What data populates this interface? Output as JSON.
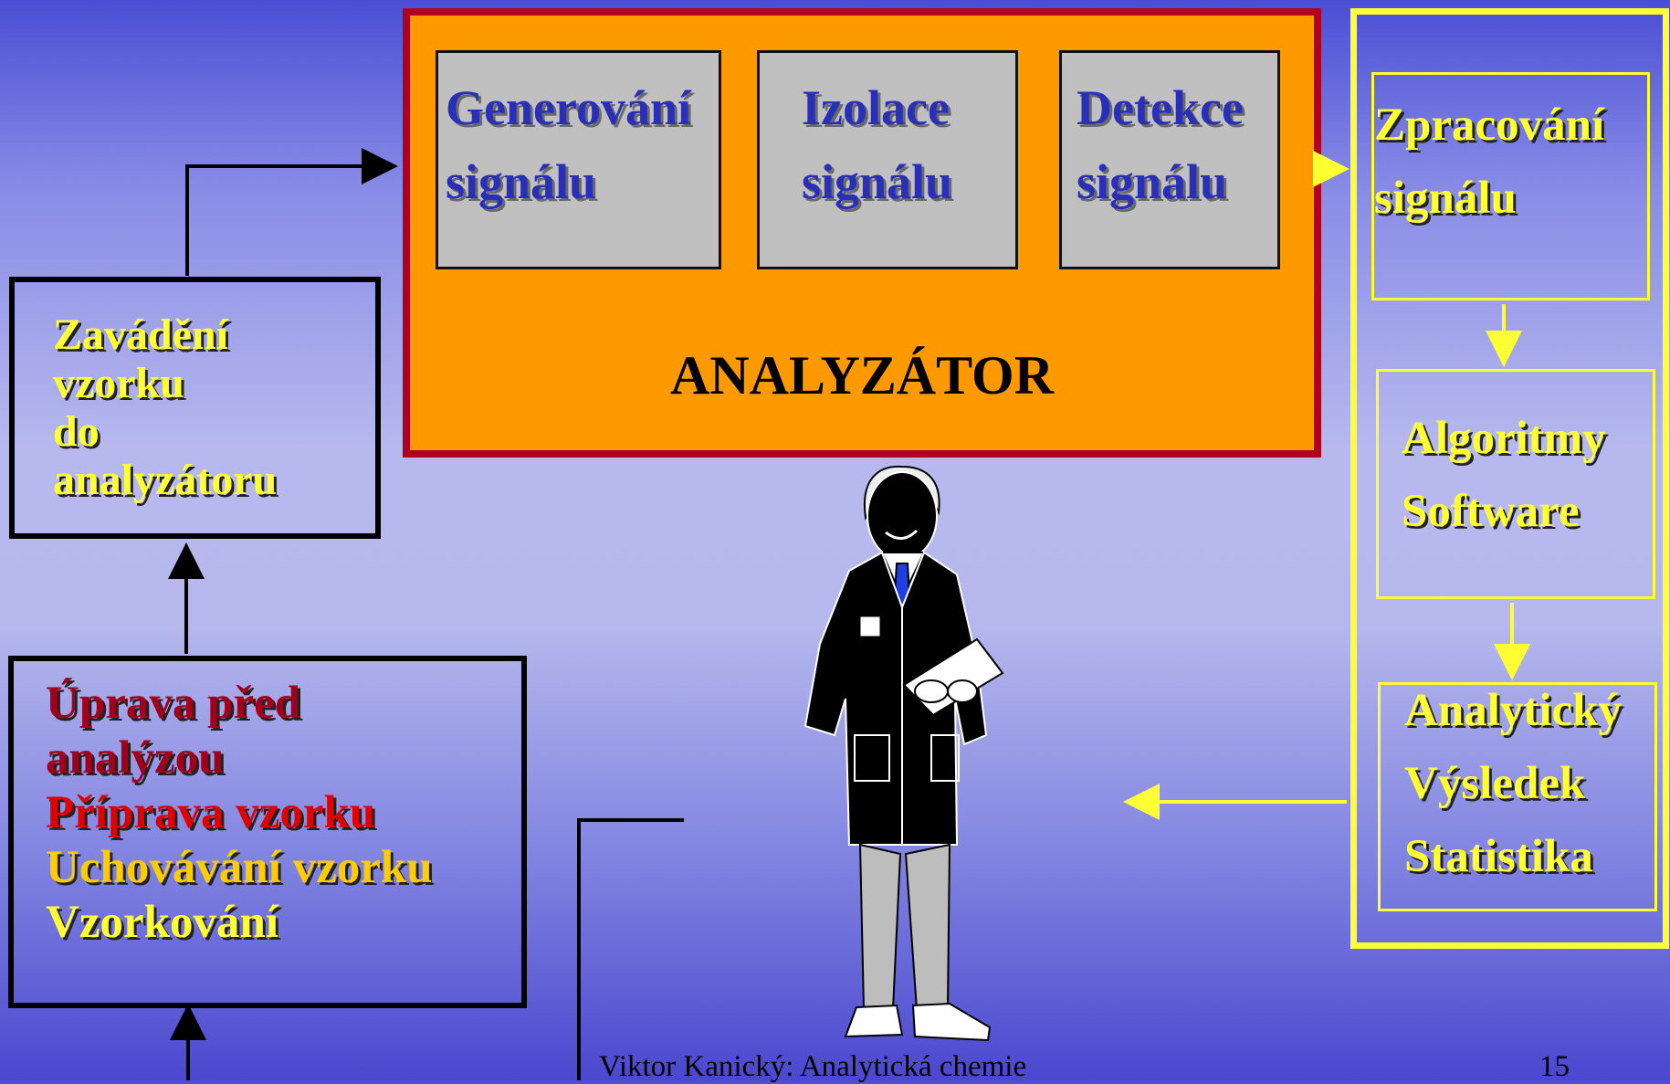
{
  "analyzer": {
    "title": "ANALYZÁTOR",
    "steps": [
      {
        "line1": "Generování",
        "line2": "signálu"
      },
      {
        "line1": "Izolace",
        "line2": "signálu"
      },
      {
        "line1": "Detekce",
        "line2": "signálu"
      }
    ]
  },
  "sample_introduction": {
    "line1": "Zavádění",
    "line2": "vzorku",
    "line3": "do",
    "line4": "analyzátoru"
  },
  "sample_preparation": {
    "line1": "Úprava před",
    "line2": "analýzou",
    "line3": "Příprava vzorku",
    "line4": "Uchovávání vzorku",
    "line5": "Vzorkování"
  },
  "processing": {
    "signal": {
      "line1": "Zpracování",
      "line2": "signálu"
    },
    "software": {
      "line1": "Algoritmy",
      "line2": "Software"
    },
    "result": {
      "line1": "Analytický",
      "line2": "Výsledek",
      "line3": "Statistika"
    }
  },
  "footer": {
    "author": "Viktor Kanický: Analytická chemie",
    "page": "15"
  },
  "colors": {
    "analyzer_fill": "#ff9900",
    "analyzer_border": "#b00020",
    "step_fill": "#c0c0c0",
    "step_text": "#2a2fb8",
    "yellow": "#ffff33",
    "dark_red": "#a0001a",
    "red": "#e00000",
    "amber": "#ffcc00"
  },
  "figure": {
    "icon": "scientist-in-lab-coat-icon"
  }
}
